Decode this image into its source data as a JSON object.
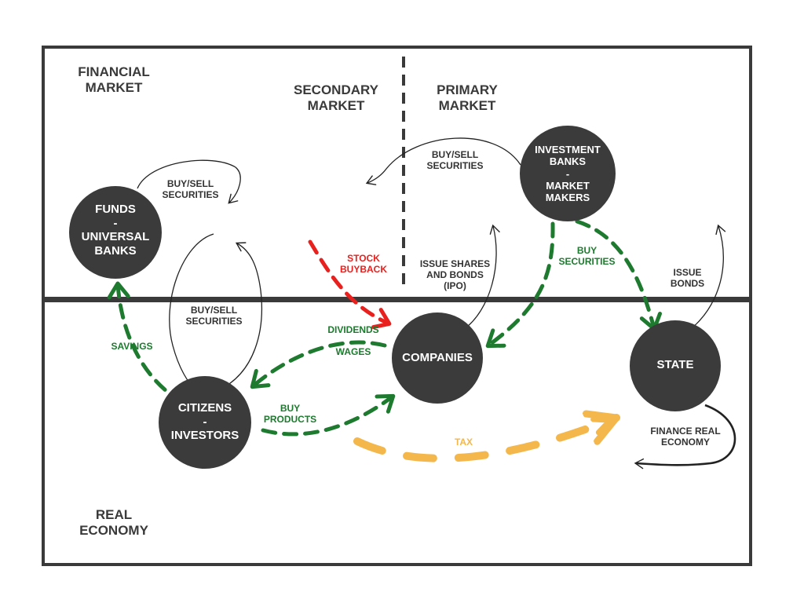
{
  "regions": {
    "financial_market": "FINANCIAL\nMARKET",
    "secondary_market": "SECONDARY\nMARKET",
    "primary_market": "PRIMARY\nMARKET",
    "real_economy": "REAL\nECONOMY"
  },
  "nodes": {
    "funds": "FUNDS\n-\nUNIVERSAL\nBANKS",
    "investment_banks": "INVESTMENT\nBANKS\n-\nMARKET\nMAKERS",
    "companies": "COMPANIES",
    "state": "STATE",
    "citizens": "CITIZENS\n-\nINVESTORS"
  },
  "flows": {
    "buy_sell_funds": "BUY/SELL\nSECURITIES",
    "buy_sell_citizens": "BUY/SELL\nSECURITIES",
    "buy_sell_primary": "BUY/SELL\nSECURITIES",
    "stock_buyback": "STOCK\nBUYBACK",
    "issue_shares": "ISSUE SHARES\nAND BONDS\n(IPO)",
    "buy_securities": "BUY\nSECURITIES",
    "issue_bonds": "ISSUE\nBONDS",
    "savings": "SAVINGS",
    "dividends_wages": "DIVIDENDS\n-\nWAGES",
    "buy_products": "BUY\nPRODUCTS",
    "tax": "TAX",
    "finance_real_economy": "FINANCE REAL\nECONOMY"
  },
  "colors": {
    "frame": "#3a3a3a",
    "node": "#3b3b3b",
    "green": "#1d7a2e",
    "red": "#e8211e",
    "orange": "#f4b74c",
    "thin_arrow": "#222222"
  }
}
